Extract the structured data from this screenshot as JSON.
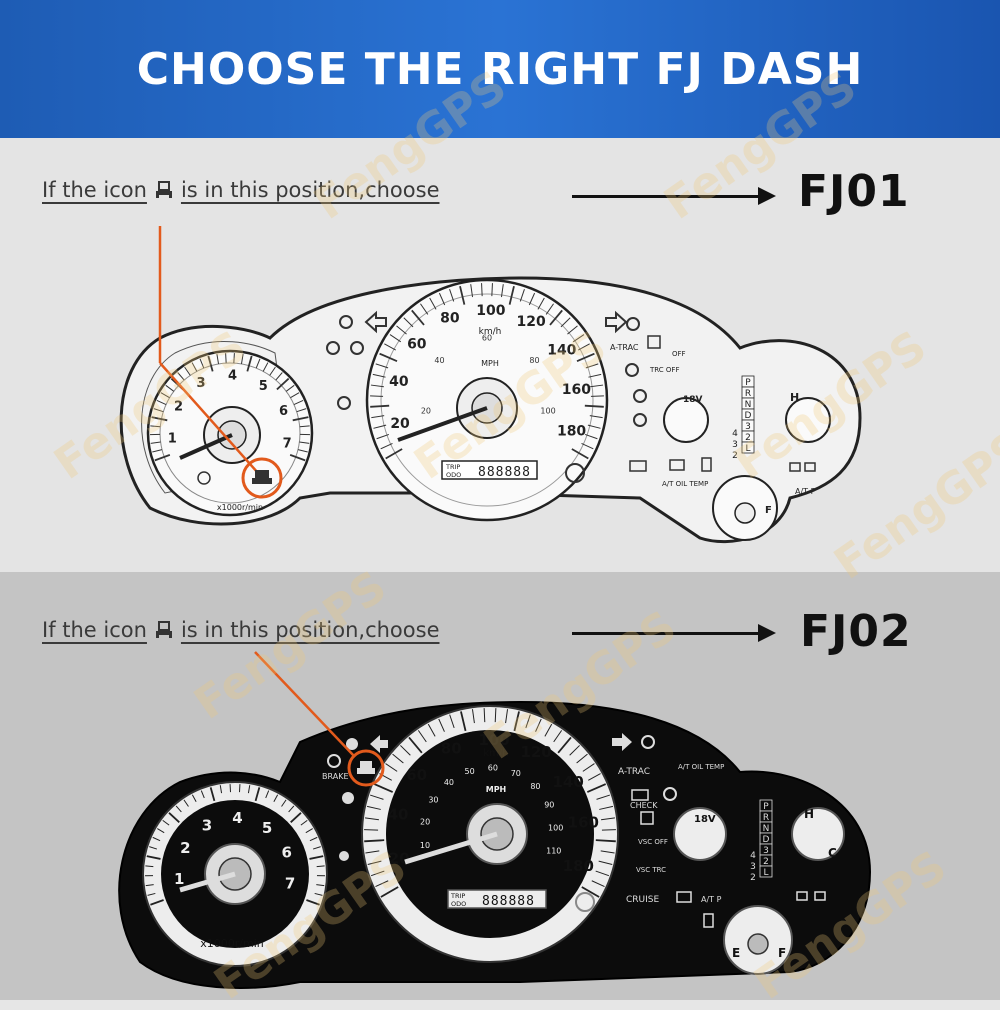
{
  "header": {
    "title": "CHOOSE THE RIGHT FJ DASH"
  },
  "colors": {
    "banner": "#1e5cb4",
    "pointer": "#e25a1c",
    "dark_dash": "#0c0c0c"
  },
  "watermark": {
    "text": "FengGPS"
  },
  "fj01": {
    "instruction_before": "If the icon",
    "instruction_after": "is in this position,choose",
    "icon": "door-ajar-icon",
    "model": "FJ01",
    "speed_labels": [
      "20",
      "40",
      "60",
      "80",
      "100",
      "120",
      "140",
      "160",
      "180"
    ],
    "speed_unit": "km/h",
    "mph_labels": [
      "20",
      "40",
      "60",
      "80",
      "100"
    ],
    "mph_unit": "MPH",
    "tach_labels": [
      "1",
      "2",
      "3",
      "4",
      "5",
      "6",
      "7"
    ],
    "tach_unit": "x1000r/min",
    "odo_label_1": "TRIP",
    "odo_label_2": "ODO",
    "odo_digits": "888888",
    "gear_letters": [
      "P",
      "R",
      "N",
      "D",
      "3",
      "2",
      "L"
    ],
    "gear_side": [
      "4",
      "3",
      "2"
    ],
    "atrac": "A-TRAC",
    "trc_off": "TRC OFF",
    "off": "OFF",
    "battery": "18V",
    "temp_h": "H",
    "atoil": "A/T OIL TEMP",
    "fuel_f": "F",
    "atp": "A/T P"
  },
  "fj02": {
    "instruction_before": "If the icon",
    "instruction_after": "is in this position,choose",
    "icon": "door-ajar-icon",
    "model": "FJ02",
    "speed_labels": [
      "20",
      "40",
      "60",
      "80",
      "100",
      "120",
      "140",
      "160",
      "180"
    ],
    "speed_unit": "km/h",
    "mph_labels": [
      "10",
      "20",
      "30",
      "40",
      "50",
      "60",
      "70",
      "80",
      "90",
      "100",
      "110"
    ],
    "mph_unit": "MPH",
    "tach_labels": [
      "1",
      "2",
      "3",
      "4",
      "5",
      "6",
      "7"
    ],
    "tach_unit": "x1000r/min",
    "odo_label_1": "TRIP",
    "odo_label_2": "ODO",
    "odo_digits": "888888",
    "gear_letters": [
      "P",
      "R",
      "N",
      "D",
      "3",
      "2",
      "L"
    ],
    "gear_side": [
      "4",
      "3",
      "2"
    ],
    "brake": "BRAKE",
    "atrac": "A-TRAC",
    "atoil": "A/T OIL TEMP",
    "check": "CHECK",
    "vsc_off": "VSC OFF",
    "vsc_trc": "VSC TRC",
    "cruise": "CRUISE",
    "atp": "A/T P",
    "battery": "18V",
    "temp_h": "H",
    "temp_c": "C",
    "fuel_e": "E",
    "fuel_f": "F"
  }
}
